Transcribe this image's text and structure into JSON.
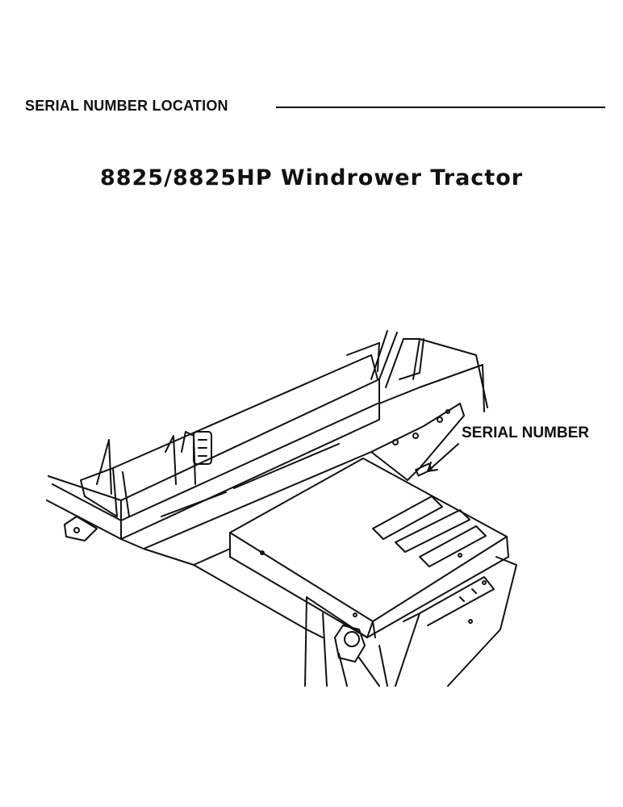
{
  "section": {
    "heading": "SERIAL NUMBER LOCATION"
  },
  "document": {
    "title": "8825/8825HP Windrower Tractor"
  },
  "illustration": {
    "callout_label": "SERIAL NUMBER",
    "line_color": "#111111"
  }
}
